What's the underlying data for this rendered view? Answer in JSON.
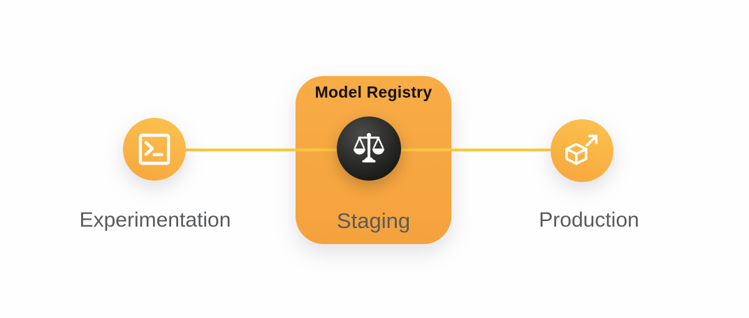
{
  "pipeline": {
    "registry": {
      "title": "Model Registry",
      "card_color": "#F7A843"
    },
    "nodes": {
      "experimentation": {
        "label": "Experimentation",
        "icon": "terminal-icon"
      },
      "staging": {
        "label": "Staging",
        "icon": "balance-scale-icon"
      },
      "production": {
        "label": "Production",
        "icon": "cube-arrow-icon"
      }
    },
    "connector_color": "#FBC640",
    "node_color_top": "#FCC351",
    "node_color_bottom": "#F7A63C",
    "staging_circle_color": "#1a1a18",
    "label_color": "#595a5d",
    "title_color": "#151310"
  }
}
